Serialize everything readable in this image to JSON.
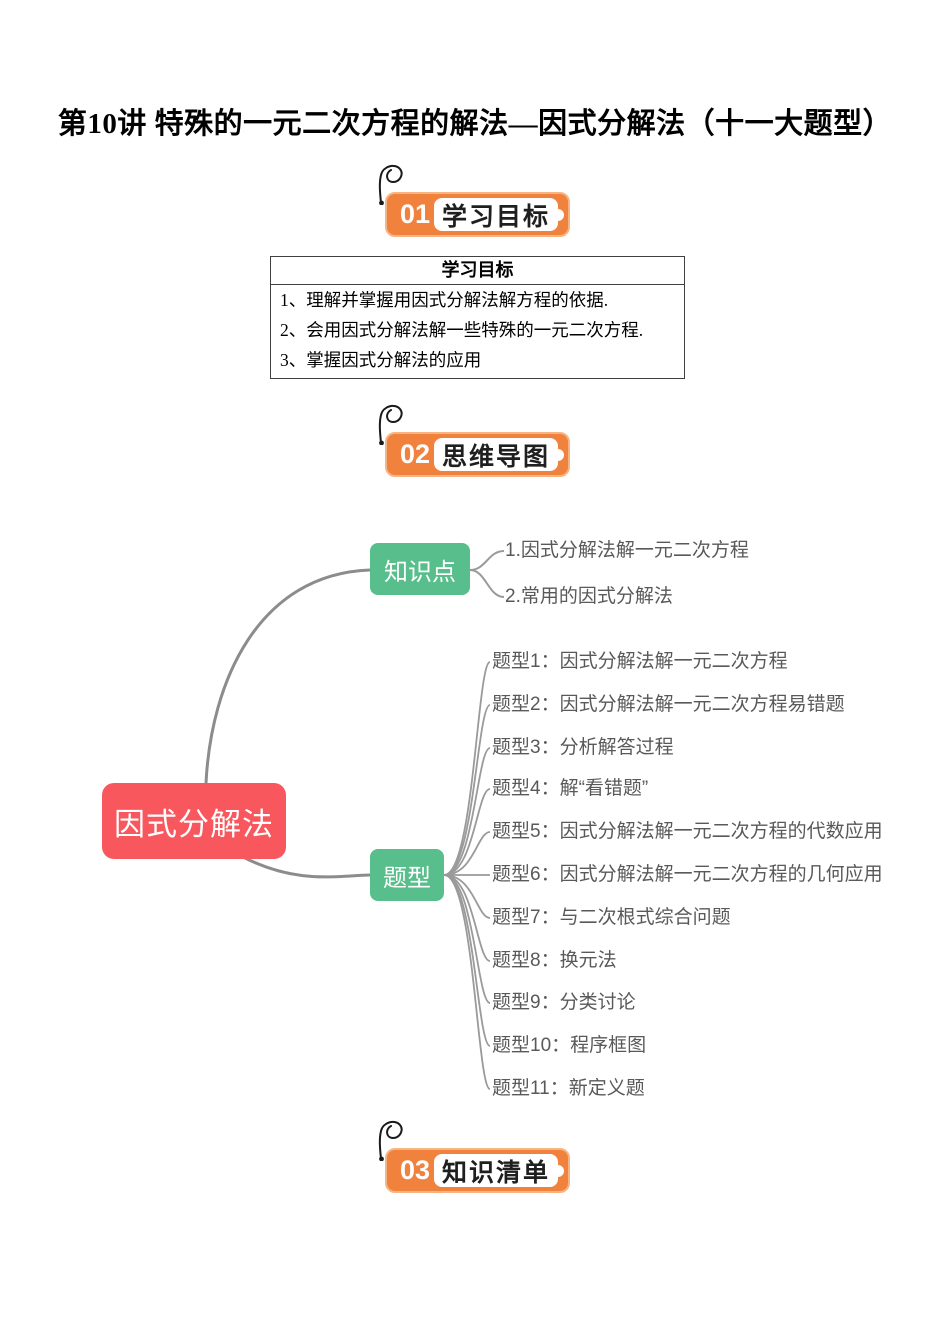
{
  "page": {
    "title": "第10讲 特殊的一元二次方程的解法—因式分解法（十一大题型）"
  },
  "sections": [
    {
      "number": "01",
      "label": "学习目标"
    },
    {
      "number": "02",
      "label": "思维导图"
    },
    {
      "number": "03",
      "label": "知识清单"
    }
  ],
  "objectives_table": {
    "header": "学习目标",
    "rows": [
      "1、理解并掌握用因式分解法解方程的依据.",
      "2、会用因式分解法解一些特殊的一元二次方程.",
      "3、掌握因式分解法的应用"
    ]
  },
  "mindmap": {
    "root": "因式分解法",
    "branches": [
      {
        "label": "知识点",
        "children": [
          "1.因式分解法解一元二次方程",
          "2.常用的因式分解法"
        ]
      },
      {
        "label": "题型",
        "children": [
          "题型1：因式分解法解一元二次方程",
          "题型2：因式分解法解一元二次方程易错题",
          "题型3：分析解答过程",
          "题型4：解“看错题”",
          "题型5：因式分解法解一元二次方程的代数应用",
          "题型6：因式分解法解一元二次方程的几何应用",
          "题型7：与二次根式综合问题",
          "题型8：换元法",
          "题型9：分类讨论",
          "题型10：程序框图",
          "题型11：新定义题"
        ]
      }
    ],
    "colors": {
      "root_node": "#F8575D",
      "branch_node": "#57BE8C",
      "connector_line": "#8F8F8F",
      "item_text": "#595959",
      "badge_orange": "#F0823E"
    }
  }
}
